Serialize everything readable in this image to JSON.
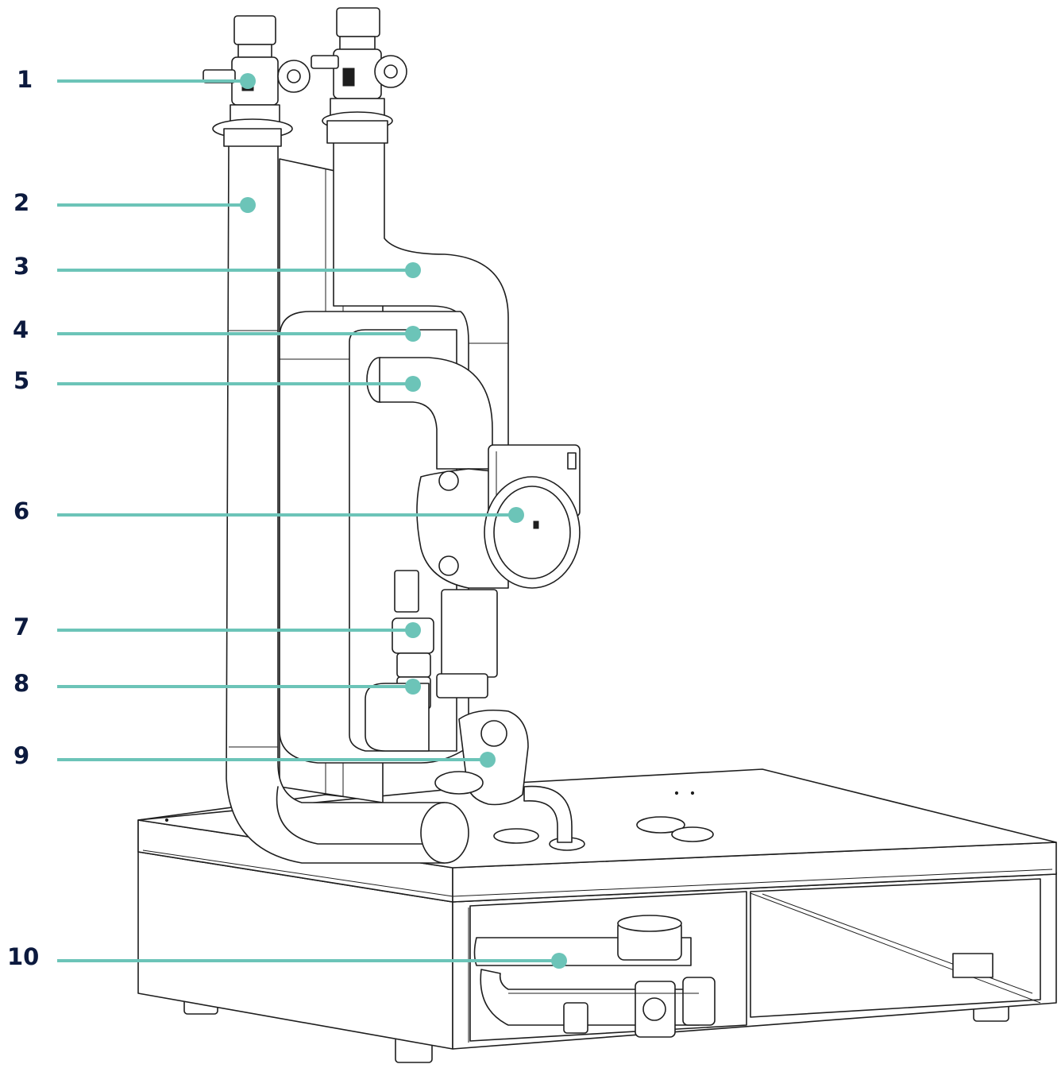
{
  "diagram": {
    "accent_color": "#6cc4b8",
    "label_color": "#0c1a3e",
    "callouts": [
      {
        "number": "1"
      },
      {
        "number": "2"
      },
      {
        "number": "3"
      },
      {
        "number": "4"
      },
      {
        "number": "5"
      },
      {
        "number": "6"
      },
      {
        "number": "7"
      },
      {
        "number": "8"
      },
      {
        "number": "9"
      },
      {
        "number": "10"
      }
    ]
  }
}
